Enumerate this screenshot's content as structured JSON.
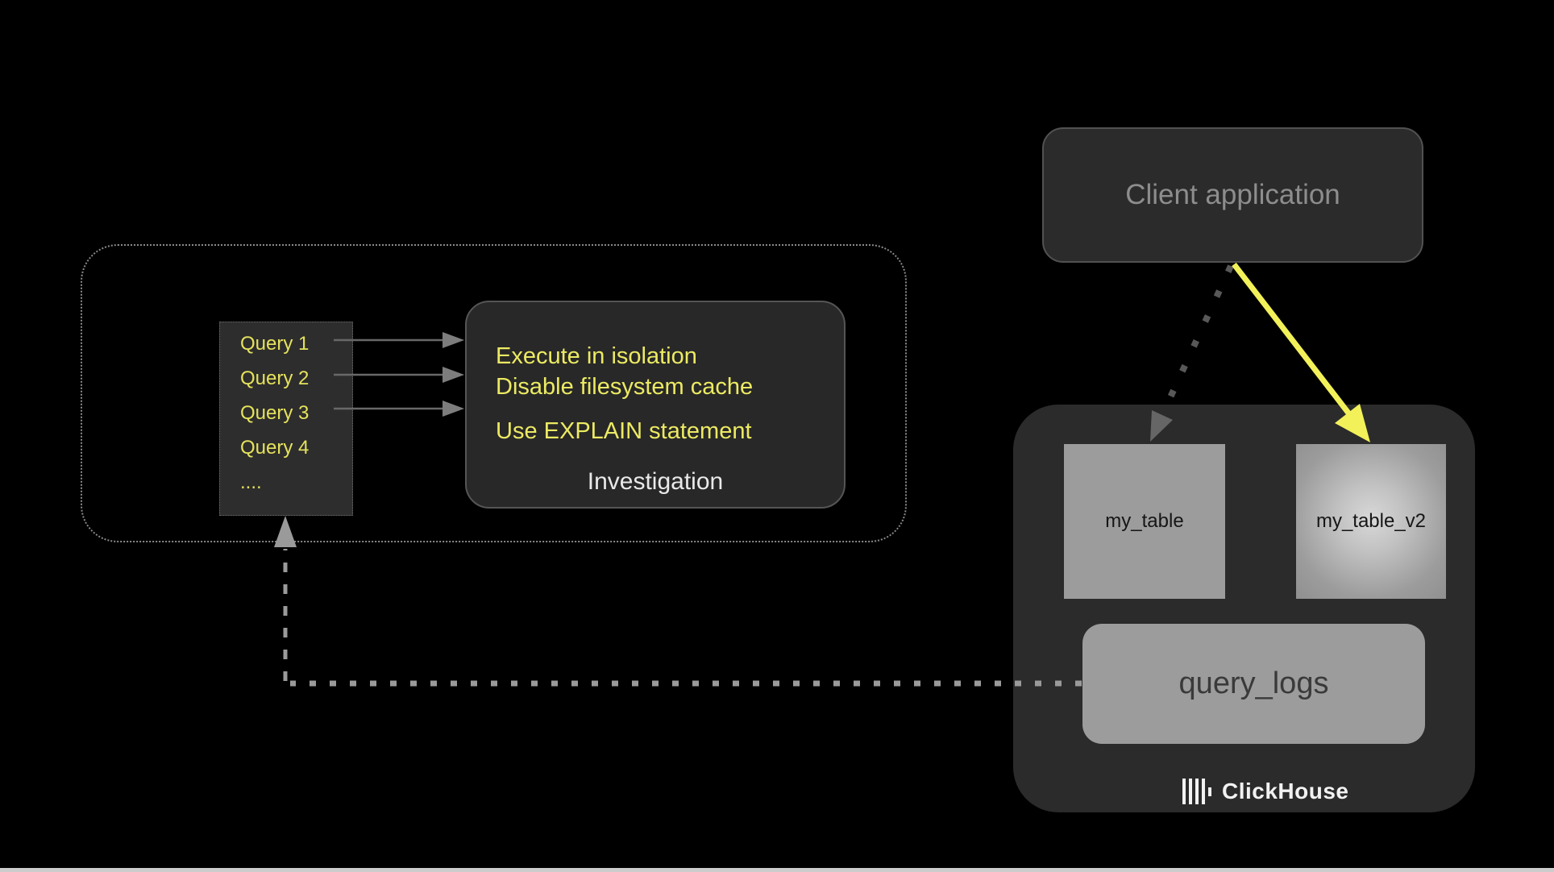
{
  "diagram": {
    "client": {
      "label": "Client application"
    },
    "queries": {
      "items": [
        "Query 1",
        "Query 2",
        "Query 3",
        "Query 4",
        "...."
      ]
    },
    "investigation": {
      "tips": [
        "Execute in isolation",
        "Disable filesystem cache",
        "Use EXPLAIN statement"
      ],
      "label": "Investigation"
    },
    "clickhouse": {
      "tables": {
        "my_table": "my_table",
        "my_table_v2": "my_table_v2",
        "query_logs": "query_logs"
      },
      "brand": "ClickHouse"
    },
    "colors": {
      "background": "#000000",
      "panel_dark": "#2b2b2b",
      "highlight_yellow": "#ECEA63",
      "arrow_yellow": "#F2F159",
      "table_gray": "#9C9C9C",
      "muted_text_gray": "#8D8D8D",
      "white_text": "#E9E9E9"
    }
  }
}
